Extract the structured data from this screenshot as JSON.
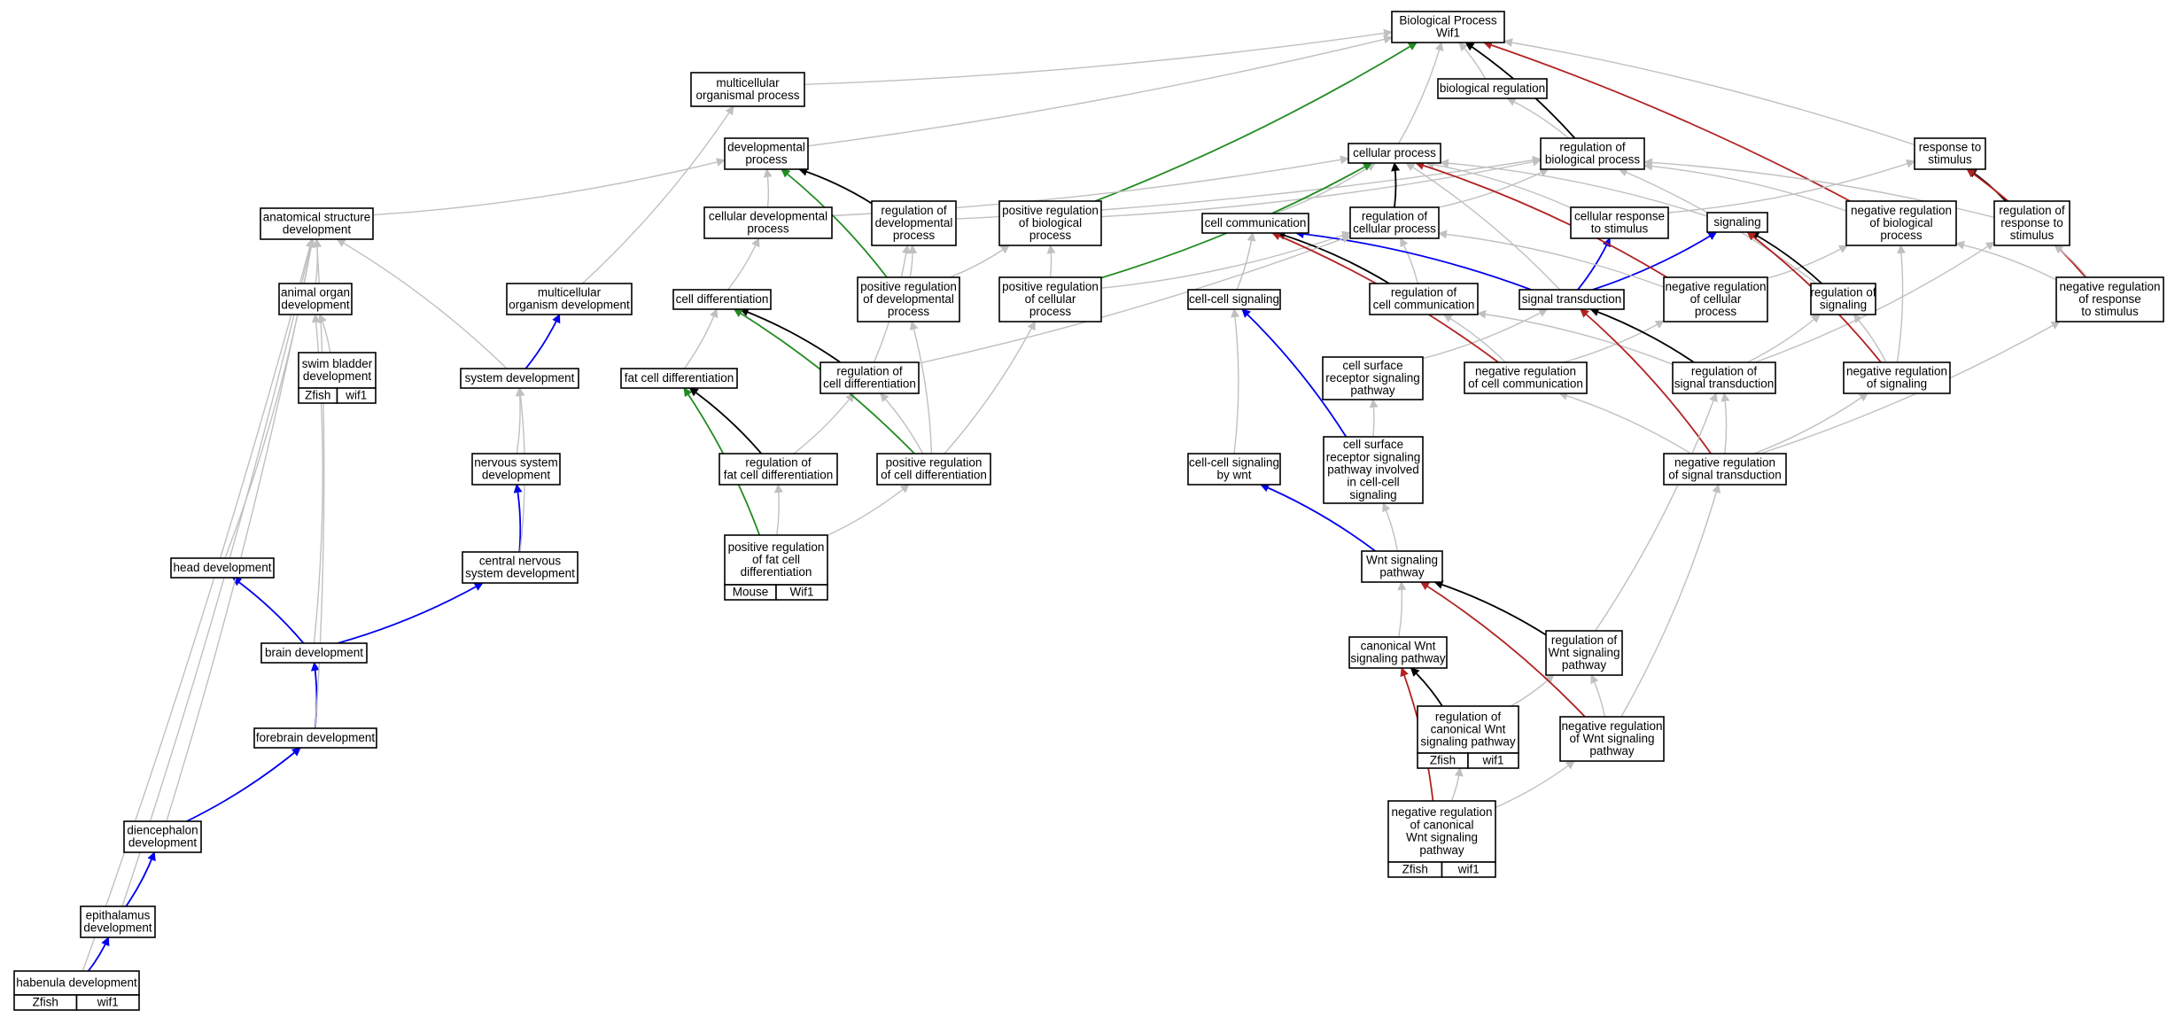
{
  "colors": {
    "is_a": "#c0c0c0",
    "regulates": "#000000",
    "positively_regulates": "#228b22",
    "negatively_regulates": "#b22222",
    "part_of": "#0000ee",
    "zfish_tag": "#6495ed",
    "mouse_tag": "#add8e6"
  },
  "nodes": [
    {
      "id": "bp",
      "lines": [
        "Biological Process",
        "Wif1"
      ]
    },
    {
      "id": "mop",
      "lines": [
        "multicellular",
        "organismal process"
      ]
    },
    {
      "id": "breg",
      "lines": [
        "biological regulation"
      ]
    },
    {
      "id": "devp",
      "lines": [
        "developmental",
        "process"
      ]
    },
    {
      "id": "cellp",
      "lines": [
        "cellular process"
      ]
    },
    {
      "id": "rbp",
      "lines": [
        "regulation of",
        "biological process"
      ]
    },
    {
      "id": "rts",
      "lines": [
        "response to",
        "stimulus"
      ]
    },
    {
      "id": "asd",
      "lines": [
        "anatomical structure",
        "development"
      ]
    },
    {
      "id": "cdp",
      "lines": [
        "cellular developmental",
        "process"
      ]
    },
    {
      "id": "rdp",
      "lines": [
        "regulation of",
        "developmental",
        "process"
      ]
    },
    {
      "id": "prbp",
      "lines": [
        "positive regulation",
        "of biological",
        "process"
      ]
    },
    {
      "id": "cc",
      "lines": [
        "cell communication"
      ]
    },
    {
      "id": "rcp",
      "lines": [
        "regulation of",
        "cellular process"
      ]
    },
    {
      "id": "crs",
      "lines": [
        "cellular response",
        "to stimulus"
      ]
    },
    {
      "id": "sig",
      "lines": [
        "signaling"
      ]
    },
    {
      "id": "nrbp",
      "lines": [
        "negative regulation",
        "of biological",
        "process"
      ]
    },
    {
      "id": "rrs",
      "lines": [
        "regulation of",
        "response to",
        "stimulus"
      ]
    },
    {
      "id": "aod",
      "lines": [
        "animal organ",
        "development"
      ]
    },
    {
      "id": "mod",
      "lines": [
        "multicellular",
        "organism development"
      ]
    },
    {
      "id": "cdiff",
      "lines": [
        "cell differentiation"
      ]
    },
    {
      "id": "prdp",
      "lines": [
        "positive regulation",
        "of developmental",
        "process"
      ]
    },
    {
      "id": "prcp",
      "lines": [
        "positive regulation",
        "of cellular",
        "process"
      ]
    },
    {
      "id": "ccs",
      "lines": [
        "cell-cell signaling"
      ]
    },
    {
      "id": "rcc",
      "lines": [
        "regulation of",
        "cell communication"
      ]
    },
    {
      "id": "st",
      "lines": [
        "signal transduction"
      ]
    },
    {
      "id": "nrcp",
      "lines": [
        "negative regulation",
        "of cellular",
        "process"
      ]
    },
    {
      "id": "rsig",
      "lines": [
        "regulation of",
        "signaling"
      ]
    },
    {
      "id": "nrrs",
      "lines": [
        "negative regulation",
        "of response",
        "to stimulus"
      ]
    },
    {
      "id": "sbd",
      "lines": [
        "swim bladder",
        "development"
      ],
      "tags": [
        "Zfish",
        "wif1"
      ],
      "tag_kind": "zfish"
    },
    {
      "id": "sysd",
      "lines": [
        "system development"
      ]
    },
    {
      "id": "fcd",
      "lines": [
        "fat cell differentiation"
      ]
    },
    {
      "id": "rcd",
      "lines": [
        "regulation of",
        "cell differentiation"
      ]
    },
    {
      "id": "csrsp",
      "lines": [
        "cell surface",
        "receptor signaling",
        "pathway"
      ]
    },
    {
      "id": "nrcc",
      "lines": [
        "negative regulation",
        "of cell communication"
      ]
    },
    {
      "id": "rst",
      "lines": [
        "regulation of",
        "signal transduction"
      ]
    },
    {
      "id": "nrsig",
      "lines": [
        "negative regulation",
        "of signaling"
      ]
    },
    {
      "id": "nsd",
      "lines": [
        "nervous system",
        "development"
      ]
    },
    {
      "id": "rfcd",
      "lines": [
        "regulation of",
        "fat cell differentiation"
      ]
    },
    {
      "id": "prcd",
      "lines": [
        "positive regulation",
        "of cell differentiation"
      ]
    },
    {
      "id": "ccsw",
      "lines": [
        "cell-cell signaling",
        "by wnt"
      ]
    },
    {
      "id": "csrspcc",
      "lines": [
        "cell surface",
        "receptor signaling",
        "pathway involved",
        "in cell-cell",
        "signaling"
      ]
    },
    {
      "id": "nrst",
      "lines": [
        "negative regulation",
        "of signal transduction"
      ]
    },
    {
      "id": "prfcd",
      "lines": [
        "positive regulation",
        "of fat cell",
        "differentiation"
      ],
      "tags": [
        "Mouse",
        "Wif1"
      ],
      "tag_kind": "mouse"
    },
    {
      "id": "hd",
      "lines": [
        "head development"
      ]
    },
    {
      "id": "cnsd",
      "lines": [
        "central nervous",
        "system development"
      ]
    },
    {
      "id": "wsp",
      "lines": [
        "Wnt signaling",
        "pathway"
      ]
    },
    {
      "id": "bd",
      "lines": [
        "brain development"
      ]
    },
    {
      "id": "cwsp",
      "lines": [
        "canonical Wnt",
        "signaling pathway"
      ]
    },
    {
      "id": "rwsp",
      "lines": [
        "regulation of",
        "Wnt signaling",
        "pathway"
      ]
    },
    {
      "id": "fd",
      "lines": [
        "forebrain development"
      ]
    },
    {
      "id": "rcwsp",
      "lines": [
        "regulation of",
        "canonical Wnt",
        "signaling pathway"
      ],
      "tags": [
        "Zfish",
        "wif1"
      ],
      "tag_kind": "zfish"
    },
    {
      "id": "nrwsp",
      "lines": [
        "negative regulation",
        "of Wnt signaling",
        "pathway"
      ]
    },
    {
      "id": "dd",
      "lines": [
        "diencephalon",
        "development"
      ]
    },
    {
      "id": "nrcwsp",
      "lines": [
        "negative regulation",
        "of canonical",
        "Wnt signaling",
        "pathway"
      ],
      "tags": [
        "Zfish",
        "wif1"
      ],
      "tag_kind": "zfish"
    },
    {
      "id": "ed",
      "lines": [
        "epithalamus",
        "development"
      ]
    },
    {
      "id": "habd",
      "lines": [
        "habenula development"
      ],
      "tags": [
        "Zfish",
        "wif1"
      ],
      "tag_kind": "zfish"
    }
  ],
  "edges": [
    {
      "from": "mop",
      "to": "bp",
      "rel": "is_a"
    },
    {
      "from": "breg",
      "to": "bp",
      "rel": "is_a"
    },
    {
      "from": "devp",
      "to": "bp",
      "rel": "is_a"
    },
    {
      "from": "cellp",
      "to": "bp",
      "rel": "is_a"
    },
    {
      "from": "rbp",
      "to": "bp",
      "rel": "regulates"
    },
    {
      "from": "rbp",
      "to": "breg",
      "rel": "is_a"
    },
    {
      "from": "rts",
      "to": "bp",
      "rel": "is_a"
    },
    {
      "from": "prbp",
      "to": "bp",
      "rel": "positively_regulates"
    },
    {
      "from": "nrbp",
      "to": "bp",
      "rel": "negatively_regulates"
    },
    {
      "from": "asd",
      "to": "devp",
      "rel": "is_a"
    },
    {
      "from": "mod",
      "to": "mop",
      "rel": "is_a"
    },
    {
      "from": "cdp",
      "to": "devp",
      "rel": "is_a"
    },
    {
      "from": "cdp",
      "to": "cellp",
      "rel": "is_a"
    },
    {
      "from": "rdp",
      "to": "devp",
      "rel": "regulates"
    },
    {
      "from": "rdp",
      "to": "rbp",
      "rel": "is_a"
    },
    {
      "from": "prbp",
      "to": "rbp",
      "rel": "is_a"
    },
    {
      "from": "cc",
      "to": "cellp",
      "rel": "is_a"
    },
    {
      "from": "rcp",
      "to": "cellp",
      "rel": "regulates"
    },
    {
      "from": "rcp",
      "to": "rbp",
      "rel": "is_a"
    },
    {
      "from": "crs",
      "to": "cellp",
      "rel": "is_a"
    },
    {
      "from": "crs",
      "to": "rts",
      "rel": "is_a"
    },
    {
      "from": "sig",
      "to": "cellp",
      "rel": "is_a"
    },
    {
      "from": "nrbp",
      "to": "rbp",
      "rel": "is_a"
    },
    {
      "from": "rrs",
      "to": "rts",
      "rel": "regulates"
    },
    {
      "from": "rrs",
      "to": "rbp",
      "rel": "is_a"
    },
    {
      "from": "nrrs",
      "to": "rts",
      "rel": "negatively_regulates"
    },
    {
      "from": "aod",
      "to": "asd",
      "rel": "is_a"
    },
    {
      "from": "sysd",
      "to": "asd",
      "rel": "is_a"
    },
    {
      "from": "sysd",
      "to": "mod",
      "rel": "part_of"
    },
    {
      "from": "hd",
      "to": "asd",
      "rel": "is_a"
    },
    {
      "from": "sbd",
      "to": "aod",
      "rel": "is_a"
    },
    {
      "from": "cdiff",
      "to": "cdp",
      "rel": "is_a"
    },
    {
      "from": "prdp",
      "to": "devp",
      "rel": "positively_regulates"
    },
    {
      "from": "prdp",
      "to": "rdp",
      "rel": "is_a"
    },
    {
      "from": "prdp",
      "to": "prbp",
      "rel": "is_a"
    },
    {
      "from": "prcp",
      "to": "cellp",
      "rel": "positively_regulates"
    },
    {
      "from": "prcp",
      "to": "prbp",
      "rel": "is_a"
    },
    {
      "from": "prcp",
      "to": "rcp",
      "rel": "is_a"
    },
    {
      "from": "ccs",
      "to": "cc",
      "rel": "is_a"
    },
    {
      "from": "rcc",
      "to": "cc",
      "rel": "regulates"
    },
    {
      "from": "rcc",
      "to": "rcp",
      "rel": "is_a"
    },
    {
      "from": "st",
      "to": "sig",
      "rel": "part_of"
    },
    {
      "from": "st",
      "to": "cc",
      "rel": "part_of"
    },
    {
      "from": "st",
      "to": "crs",
      "rel": "part_of"
    },
    {
      "from": "st",
      "to": "cellp",
      "rel": "is_a"
    },
    {
      "from": "nrcp",
      "to": "cellp",
      "rel": "negatively_regulates"
    },
    {
      "from": "nrcp",
      "to": "rcp",
      "rel": "is_a"
    },
    {
      "from": "nrcp",
      "to": "nrbp",
      "rel": "is_a"
    },
    {
      "from": "rsig",
      "to": "sig",
      "rel": "regulates"
    },
    {
      "from": "rsig",
      "to": "rbp",
      "rel": "is_a"
    },
    {
      "from": "nrrs",
      "to": "rrs",
      "rel": "is_a"
    },
    {
      "from": "nrrs",
      "to": "nrbp",
      "rel": "is_a"
    },
    {
      "from": "fcd",
      "to": "cdiff",
      "rel": "is_a"
    },
    {
      "from": "rcd",
      "to": "cdiff",
      "rel": "regulates"
    },
    {
      "from": "rcd",
      "to": "rdp",
      "rel": "is_a"
    },
    {
      "from": "rcd",
      "to": "rcp",
      "rel": "is_a"
    },
    {
      "from": "csrsp",
      "to": "st",
      "rel": "is_a"
    },
    {
      "from": "nrcc",
      "to": "cc",
      "rel": "negatively_regulates"
    },
    {
      "from": "nrcc",
      "to": "rcc",
      "rel": "is_a"
    },
    {
      "from": "nrcc",
      "to": "nrcp",
      "rel": "is_a"
    },
    {
      "from": "rst",
      "to": "st",
      "rel": "regulates"
    },
    {
      "from": "rst",
      "to": "rcc",
      "rel": "is_a"
    },
    {
      "from": "rst",
      "to": "rsig",
      "rel": "is_a"
    },
    {
      "from": "rst",
      "to": "rrs",
      "rel": "is_a"
    },
    {
      "from": "nrsig",
      "to": "sig",
      "rel": "negatively_regulates"
    },
    {
      "from": "nrsig",
      "to": "rsig",
      "rel": "is_a"
    },
    {
      "from": "nrsig",
      "to": "nrbp",
      "rel": "is_a"
    },
    {
      "from": "nsd",
      "to": "sysd",
      "rel": "is_a"
    },
    {
      "from": "rfcd",
      "to": "fcd",
      "rel": "regulates"
    },
    {
      "from": "rfcd",
      "to": "rcd",
      "rel": "is_a"
    },
    {
      "from": "prcd",
      "to": "cdiff",
      "rel": "positively_regulates"
    },
    {
      "from": "prcd",
      "to": "rcd",
      "rel": "is_a"
    },
    {
      "from": "prcd",
      "to": "prdp",
      "rel": "is_a"
    },
    {
      "from": "prcd",
      "to": "prcp",
      "rel": "is_a"
    },
    {
      "from": "ccsw",
      "to": "ccs",
      "rel": "is_a"
    },
    {
      "from": "csrspcc",
      "to": "csrsp",
      "rel": "is_a"
    },
    {
      "from": "csrspcc",
      "to": "ccs",
      "rel": "part_of"
    },
    {
      "from": "nrst",
      "to": "st",
      "rel": "negatively_regulates"
    },
    {
      "from": "nrst",
      "to": "rst",
      "rel": "is_a"
    },
    {
      "from": "nrst",
      "to": "nrcc",
      "rel": "is_a"
    },
    {
      "from": "nrst",
      "to": "nrsig",
      "rel": "is_a"
    },
    {
      "from": "nrst",
      "to": "nrrs",
      "rel": "is_a"
    },
    {
      "from": "prfcd",
      "to": "fcd",
      "rel": "positively_regulates"
    },
    {
      "from": "prfcd",
      "to": "rfcd",
      "rel": "is_a"
    },
    {
      "from": "prfcd",
      "to": "prcd",
      "rel": "is_a"
    },
    {
      "from": "cnsd",
      "to": "nsd",
      "rel": "part_of"
    },
    {
      "from": "cnsd",
      "to": "sysd",
      "rel": "is_a"
    },
    {
      "from": "wsp",
      "to": "csrspcc",
      "rel": "is_a"
    },
    {
      "from": "wsp",
      "to": "ccsw",
      "rel": "part_of"
    },
    {
      "from": "bd",
      "to": "hd",
      "rel": "part_of"
    },
    {
      "from": "bd",
      "to": "cnsd",
      "rel": "part_of"
    },
    {
      "from": "bd",
      "to": "aod",
      "rel": "is_a"
    },
    {
      "from": "cwsp",
      "to": "wsp",
      "rel": "is_a"
    },
    {
      "from": "rwsp",
      "to": "wsp",
      "rel": "regulates"
    },
    {
      "from": "rwsp",
      "to": "rst",
      "rel": "is_a"
    },
    {
      "from": "fd",
      "to": "bd",
      "rel": "part_of"
    },
    {
      "from": "fd",
      "to": "asd",
      "rel": "is_a"
    },
    {
      "from": "rcwsp",
      "to": "cwsp",
      "rel": "regulates"
    },
    {
      "from": "rcwsp",
      "to": "rwsp",
      "rel": "is_a"
    },
    {
      "from": "nrwsp",
      "to": "wsp",
      "rel": "negatively_regulates"
    },
    {
      "from": "nrwsp",
      "to": "rwsp",
      "rel": "is_a"
    },
    {
      "from": "nrwsp",
      "to": "nrst",
      "rel": "is_a"
    },
    {
      "from": "dd",
      "to": "fd",
      "rel": "part_of"
    },
    {
      "from": "dd",
      "to": "asd",
      "rel": "is_a"
    },
    {
      "from": "nrcwsp",
      "to": "cwsp",
      "rel": "negatively_regulates"
    },
    {
      "from": "nrcwsp",
      "to": "rcwsp",
      "rel": "is_a"
    },
    {
      "from": "nrcwsp",
      "to": "nrwsp",
      "rel": "is_a"
    },
    {
      "from": "ed",
      "to": "dd",
      "rel": "part_of"
    },
    {
      "from": "ed",
      "to": "asd",
      "rel": "is_a"
    },
    {
      "from": "habd",
      "to": "ed",
      "rel": "part_of"
    },
    {
      "from": "habd",
      "to": "asd",
      "rel": "is_a"
    }
  ]
}
